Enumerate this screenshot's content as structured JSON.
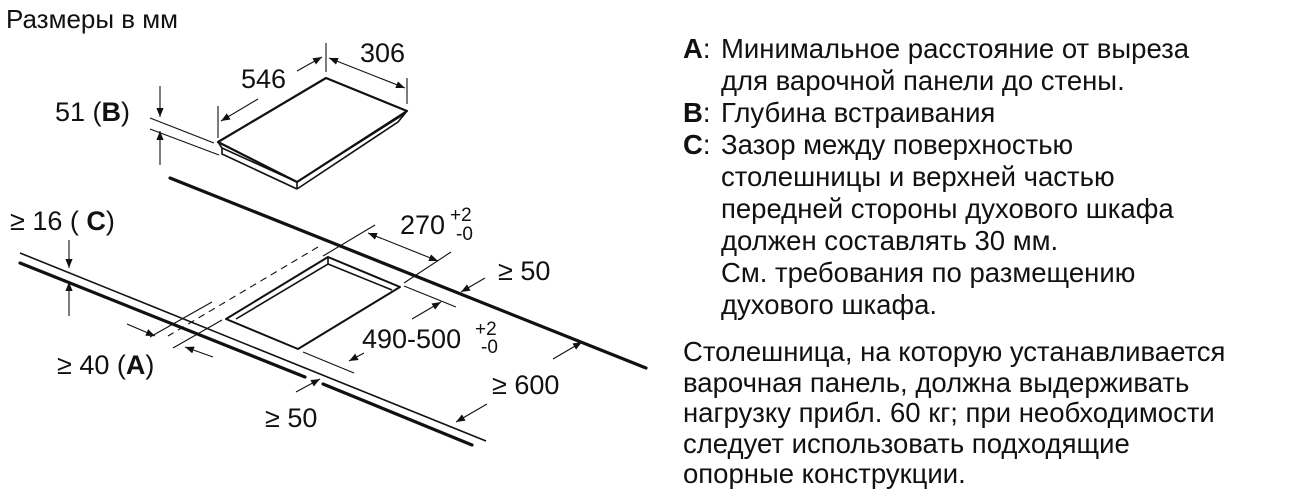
{
  "title": "Размеры в мм",
  "diagram": {
    "hob": {
      "depth": "546",
      "width": "306",
      "height": "51",
      "height_key": "B"
    },
    "cutout": {
      "width_value": "270",
      "width_tol_plus": "+2",
      "width_tol_minus": "-0",
      "depth_value": "490-500",
      "depth_tol_plus": "+2",
      "depth_tol_minus": "-0"
    },
    "clearances": {
      "gap_c": "≥ 16",
      "gap_c_key": "C",
      "front_a": "≥ 40",
      "front_a_key": "A",
      "back": "≥ 50",
      "side": "≥ 50",
      "worktop_depth": "≥ 600"
    },
    "line_color": "#111111"
  },
  "legend": [
    {
      "key": "A",
      "sep": ":",
      "lines": [
        "Минимальное расстояние от выреза",
        "для варочной панели до стены."
      ]
    },
    {
      "key": "B",
      "sep": ":",
      "lines": [
        "Глубина встраивания"
      ]
    },
    {
      "key": "C",
      "sep": ":",
      "lines": [
        "Зазор между поверхностью",
        "столешницы и верхней частью",
        "передней стороны духового шкафа",
        "должен составлять 30 мм.",
        "См. требования по размещению",
        "духового шкафа."
      ]
    }
  ],
  "note": {
    "lines": [
      "Столешница, на которую устанавливается",
      "варочная панель, должна выдерживать",
      "нагрузку прибл. 60 кг; при необходимости",
      "следует использовать подходящие",
      "опорные конструкции."
    ]
  }
}
